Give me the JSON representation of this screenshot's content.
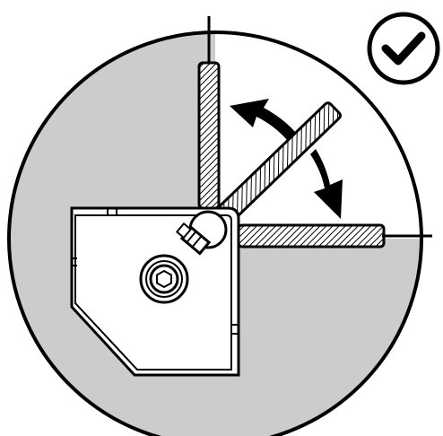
{
  "diagram": {
    "status": "approved",
    "status_icon": "check-circle-icon",
    "colors": {
      "outline": "#000000",
      "background": "#ffffff",
      "shaded_region": "#cccccc",
      "bracket_fill": "#ffffff",
      "rod_hatch": "#000000",
      "arrow_fill": "#000000"
    },
    "rod_positions": [
      "vertical",
      "angled",
      "horizontal"
    ],
    "adjustment_arrows": 2
  }
}
